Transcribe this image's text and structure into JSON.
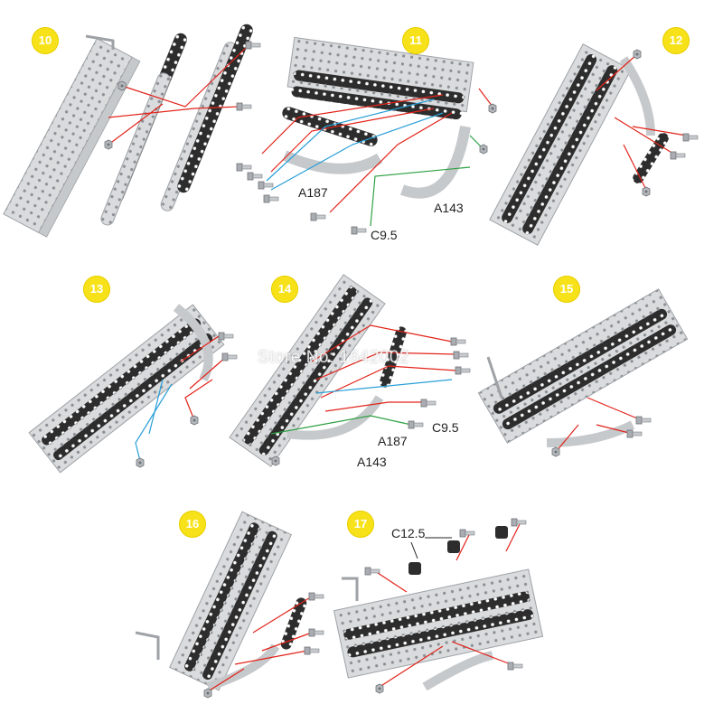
{
  "steps": [
    "10",
    "11",
    "12",
    "13",
    "14",
    "15",
    "16",
    "17"
  ],
  "part_labels": {
    "step11": [
      "A187",
      "A143",
      "C9.5"
    ],
    "step14": [
      "C9.5",
      "A187",
      "A143"
    ],
    "step17": [
      "C12.5"
    ]
  },
  "watermark": "Store No: 1642002",
  "colors": {
    "badge": "#f7e21a",
    "metal": "#d6d8da",
    "dark_strip": "#2d2d2d",
    "line_red": "#e2231a",
    "line_blue": "#2a9fd8",
    "line_green": "#2ea043"
  }
}
